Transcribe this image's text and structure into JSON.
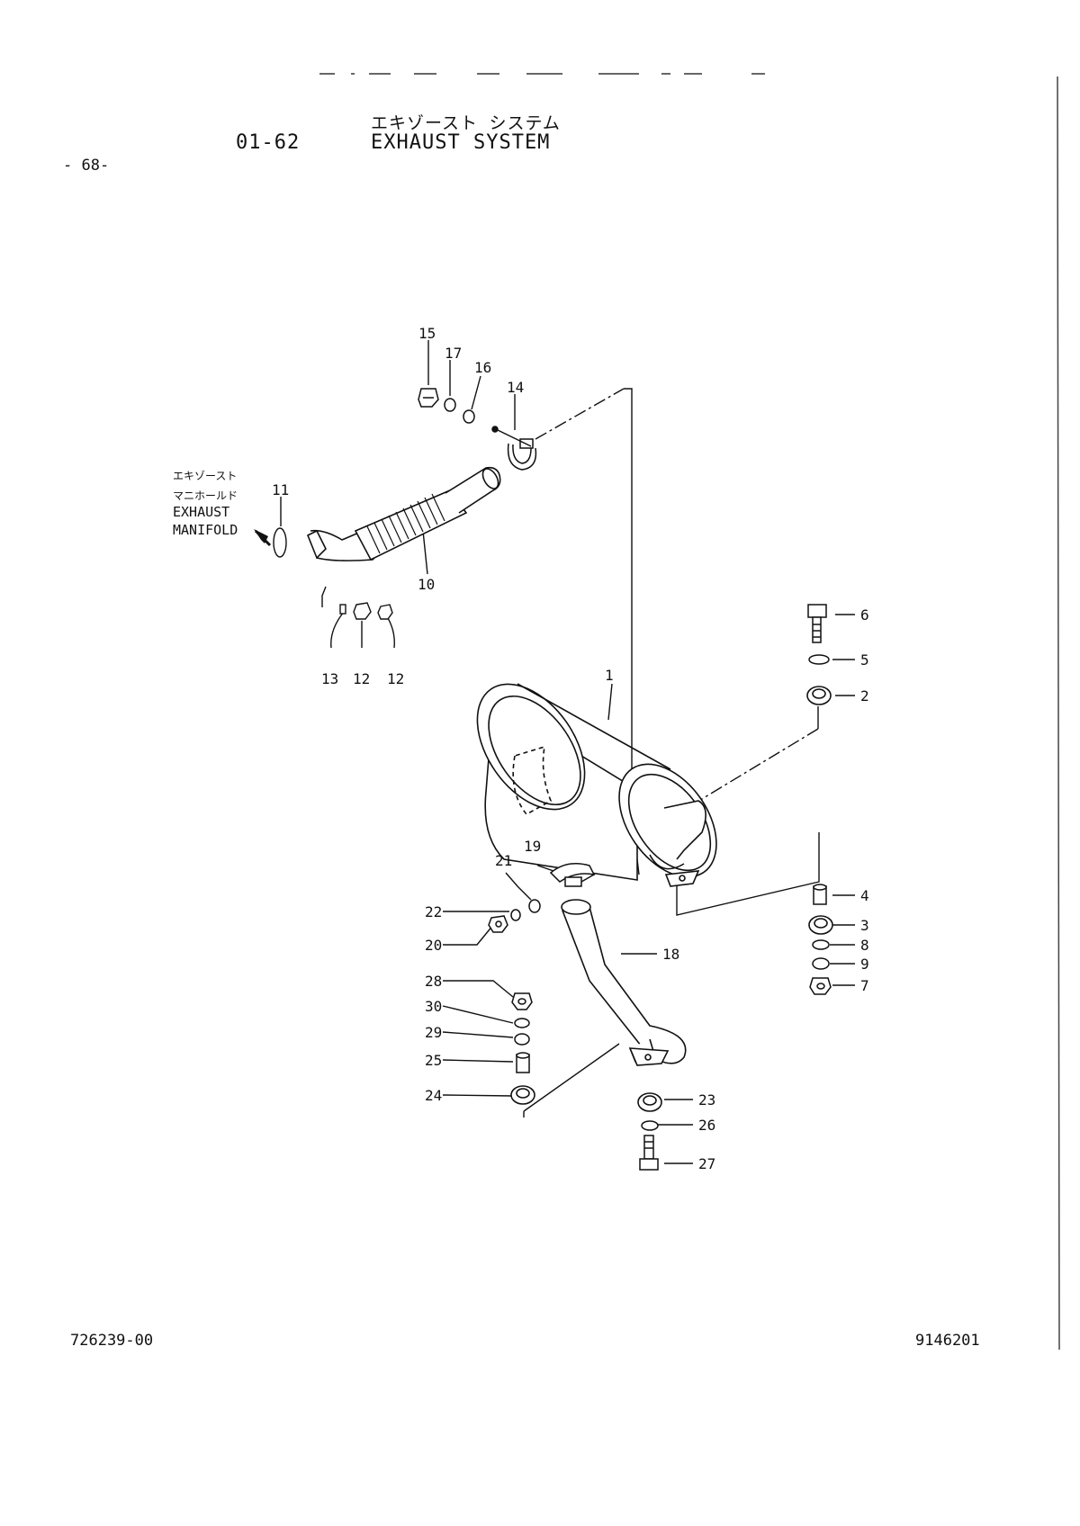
{
  "header": {
    "title_jp": "エキゾースト システム",
    "section_code": "01-62",
    "title_en": "EXHAUST SYSTEM"
  },
  "page_number": "- 68-",
  "manifold_label": {
    "jp_line1": "エキゾースト",
    "jp_line2": "マニホールド",
    "en_line1": "EXHAUST",
    "en_line2": "MANIFOLD"
  },
  "part_numbers": {
    "p1": "1",
    "p2": "2",
    "p3": "3",
    "p4": "4",
    "p5": "5",
    "p6": "6",
    "p7": "7",
    "p8": "8",
    "p9": "9",
    "p10": "10",
    "p11": "11",
    "p12a": "12",
    "p12b": "12",
    "p13": "13",
    "p14": "14",
    "p15": "15",
    "p16": "16",
    "p17": "17",
    "p18": "18",
    "p19": "19",
    "p20": "20",
    "p21": "21",
    "p22": "22",
    "p23": "23",
    "p24": "24",
    "p25": "25",
    "p26": "26",
    "p27": "27",
    "p28": "28",
    "p29": "29",
    "p30": "30"
  },
  "footer": {
    "document_number": "726239-00",
    "figure_number": "9146201"
  }
}
